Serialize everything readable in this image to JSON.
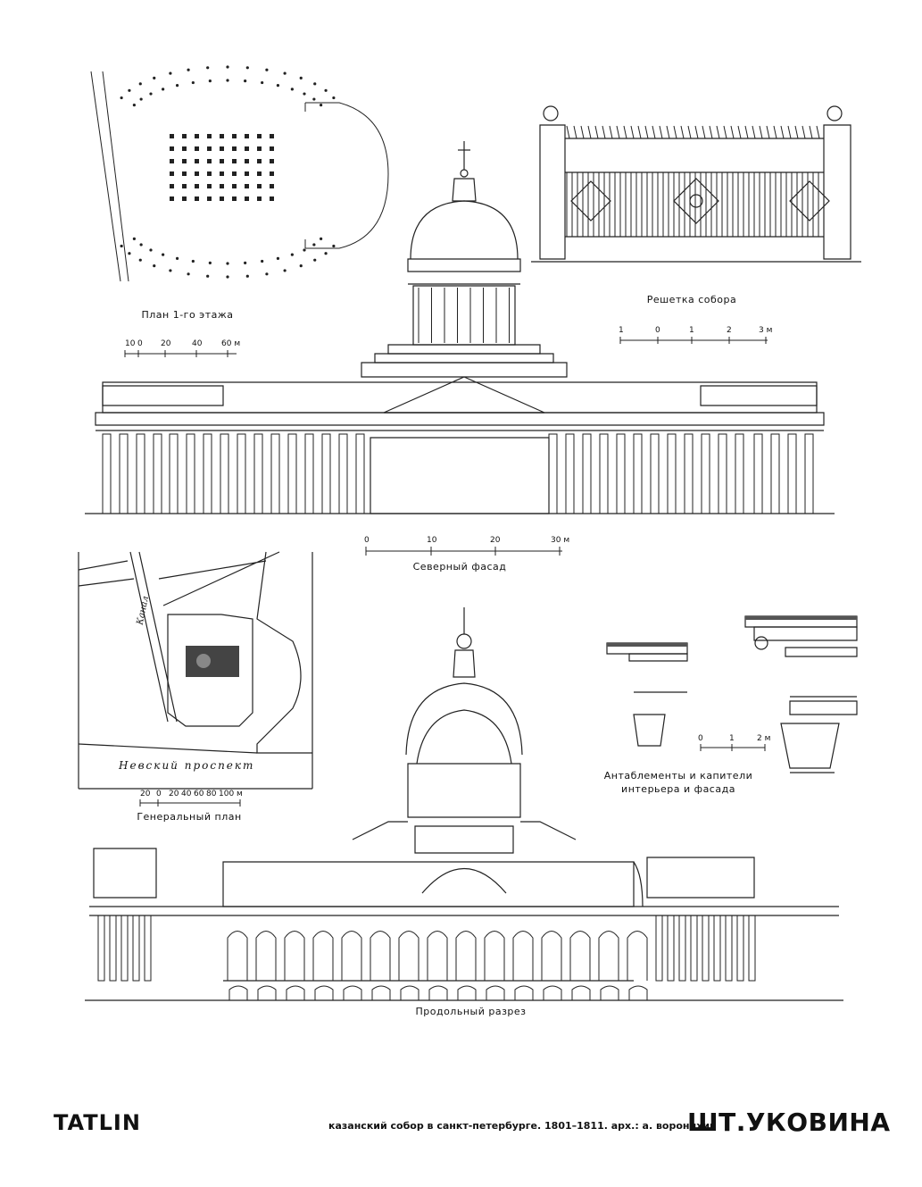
{
  "captions": {
    "plan_first_floor": "План 1-го этажа",
    "fence": "Решетка собора",
    "north_facade": "Северный фасад",
    "general_plan": "Генеральный план",
    "entablature_line1": "Антаблементы и капители",
    "entablature_line2": "интерьера и фасада",
    "section": "Продольный разрез"
  },
  "scales": {
    "plan": [
      "10",
      "0",
      "20",
      "40",
      "60 м"
    ],
    "fence": [
      "1",
      "0",
      "1",
      "2",
      "3 м"
    ],
    "facade": [
      "0",
      "10",
      "20",
      "30 м"
    ],
    "entablature": [
      "0",
      "1",
      "2 м"
    ],
    "general": [
      "20",
      "0",
      "20",
      "40",
      "60",
      "80",
      "100 м"
    ]
  },
  "map_labels": {
    "canal": "Канал",
    "nevsky": "Невский проспект"
  },
  "footer": {
    "logo": "TATLIN",
    "description": "казанский собор в санкт-петербурге. 1801–1811. арх.: а. воронихин",
    "watermark": "ШТ.УКОВИНА"
  }
}
